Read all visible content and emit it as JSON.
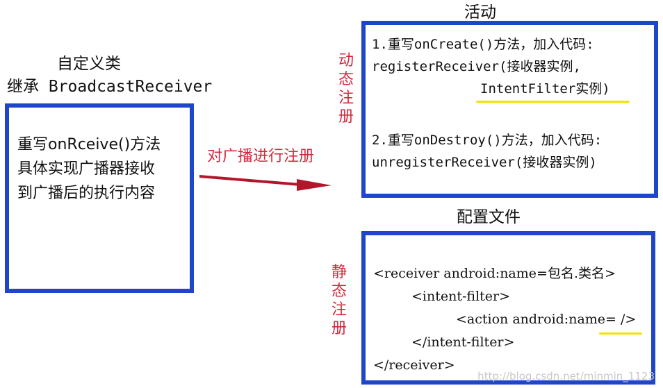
{
  "left": {
    "title": "自定义类",
    "subtitle": "继承 BroadcastReceiver",
    "lines": [
      "重写onRceive()方法",
      "具体实现广播器接收",
      "到广播后的执行内容"
    ]
  },
  "arrow": {
    "label": "对广播进行注册"
  },
  "activity": {
    "title": "活动",
    "side_label": [
      "动",
      "态",
      "注",
      "册"
    ],
    "lines": [
      "1.重写onCreate()方法，加入代码:",
      "registerReceiver(接收器实例,",
      "IntentFilter实例)",
      "2.重写onDestroy()方法，加入代码:",
      "unregisterReceiver(接收器实例)"
    ]
  },
  "config": {
    "title": "配置文件",
    "side_label": [
      "静",
      "态",
      "注",
      "册"
    ],
    "lines": [
      "<receiver android:name=包名.类名>",
      "<intent-filter>",
      "<action android:name=    />",
      "</intent-filter>",
      "</receiver>"
    ]
  },
  "watermark": "http://blog.csdn.net/minmin_1123",
  "colors": {
    "box_border": "#1f45c9",
    "side_label": "#d12a3d",
    "arrow": "#b3162b",
    "highlight": "#f2e300"
  }
}
